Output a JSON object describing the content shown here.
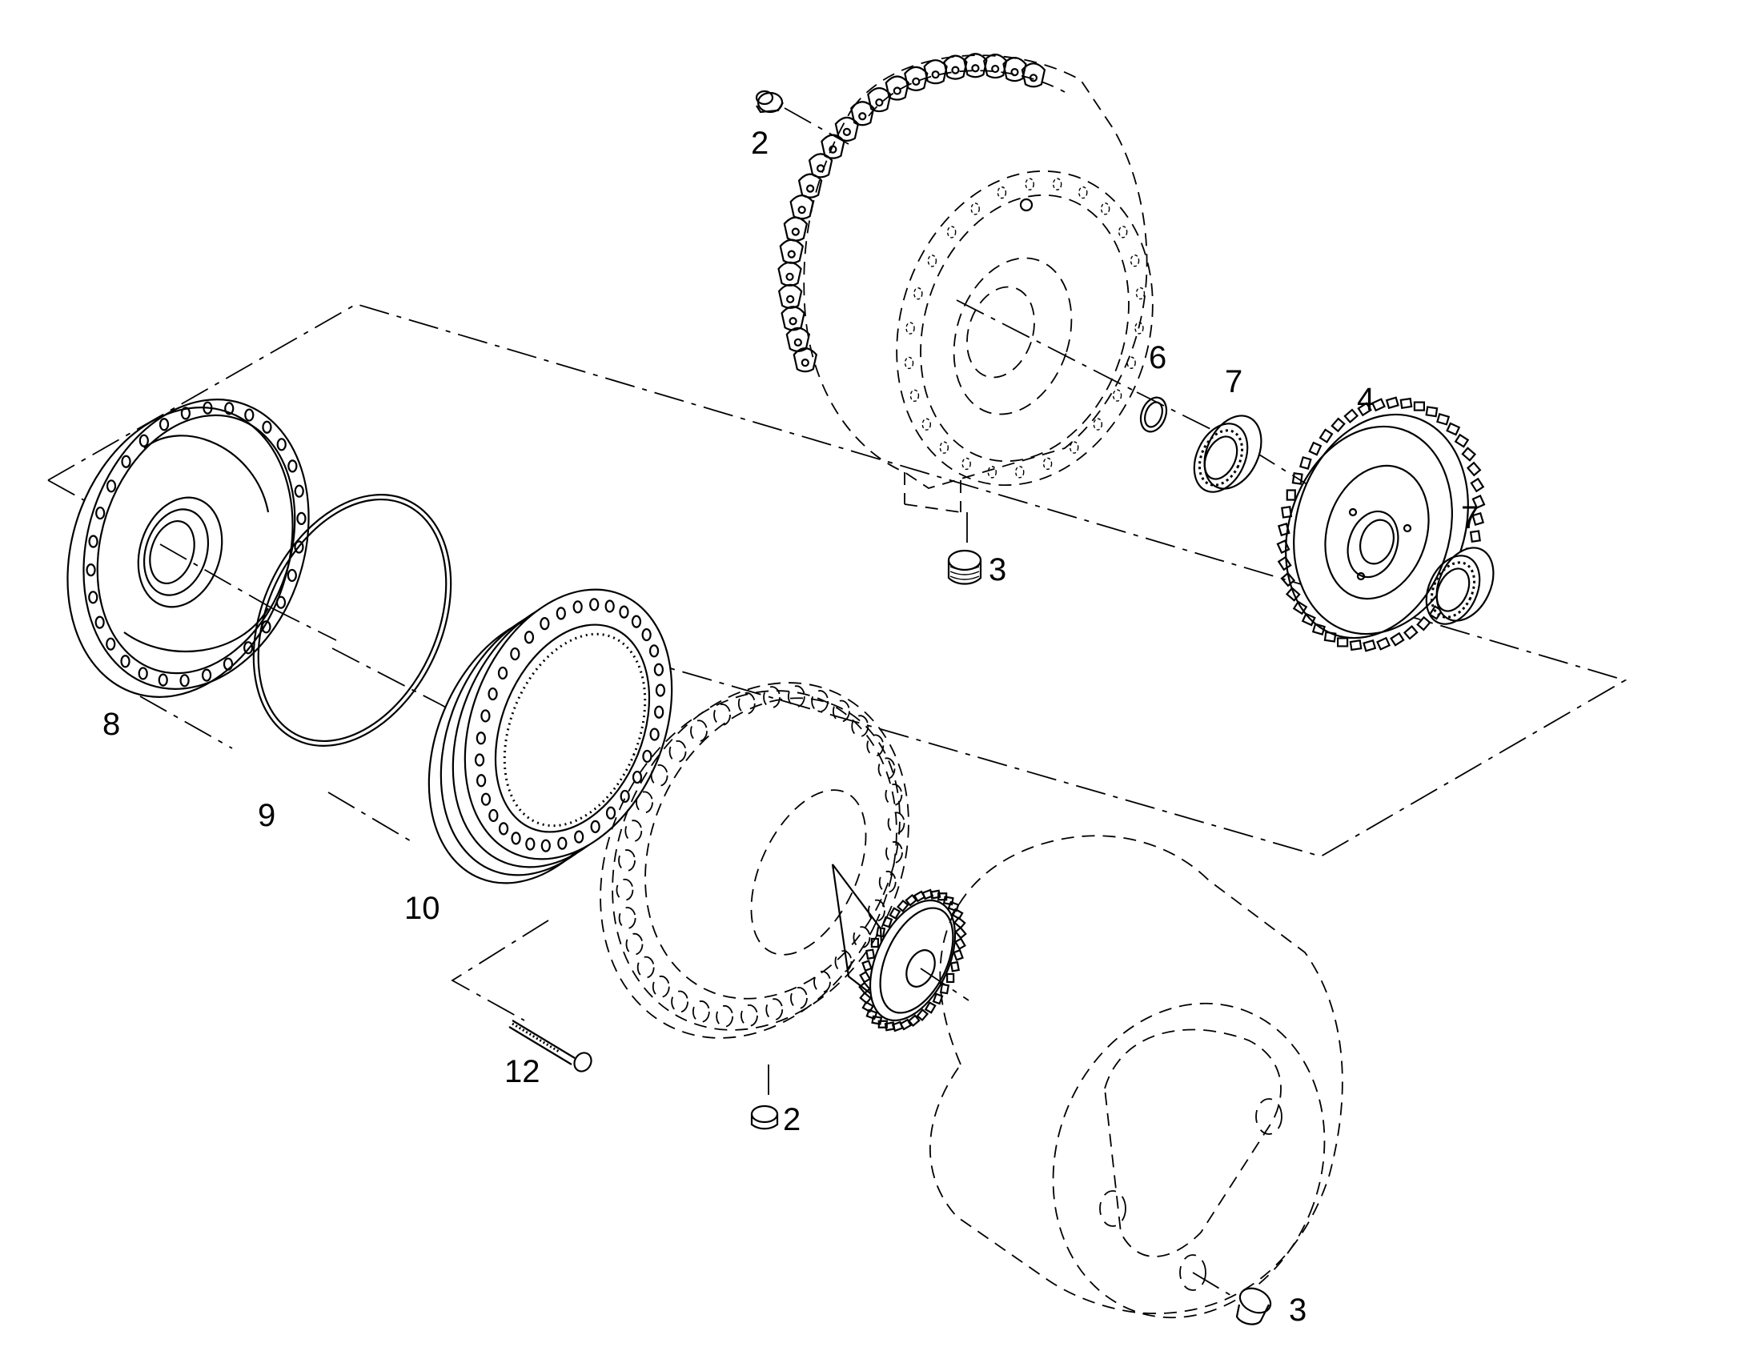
{
  "callouts": [
    {
      "id": "2a",
      "label": "2"
    },
    {
      "id": "3a",
      "label": "3"
    },
    {
      "id": "6",
      "label": "6"
    },
    {
      "id": "7a",
      "label": "7"
    },
    {
      "id": "4",
      "label": "4"
    },
    {
      "id": "7b",
      "label": "7"
    },
    {
      "id": "8",
      "label": "8"
    },
    {
      "id": "9",
      "label": "9"
    },
    {
      "id": "10",
      "label": "10"
    },
    {
      "id": "12",
      "label": "12"
    },
    {
      "id": "2b",
      "label": "2"
    },
    {
      "id": "3b",
      "label": "3"
    }
  ]
}
